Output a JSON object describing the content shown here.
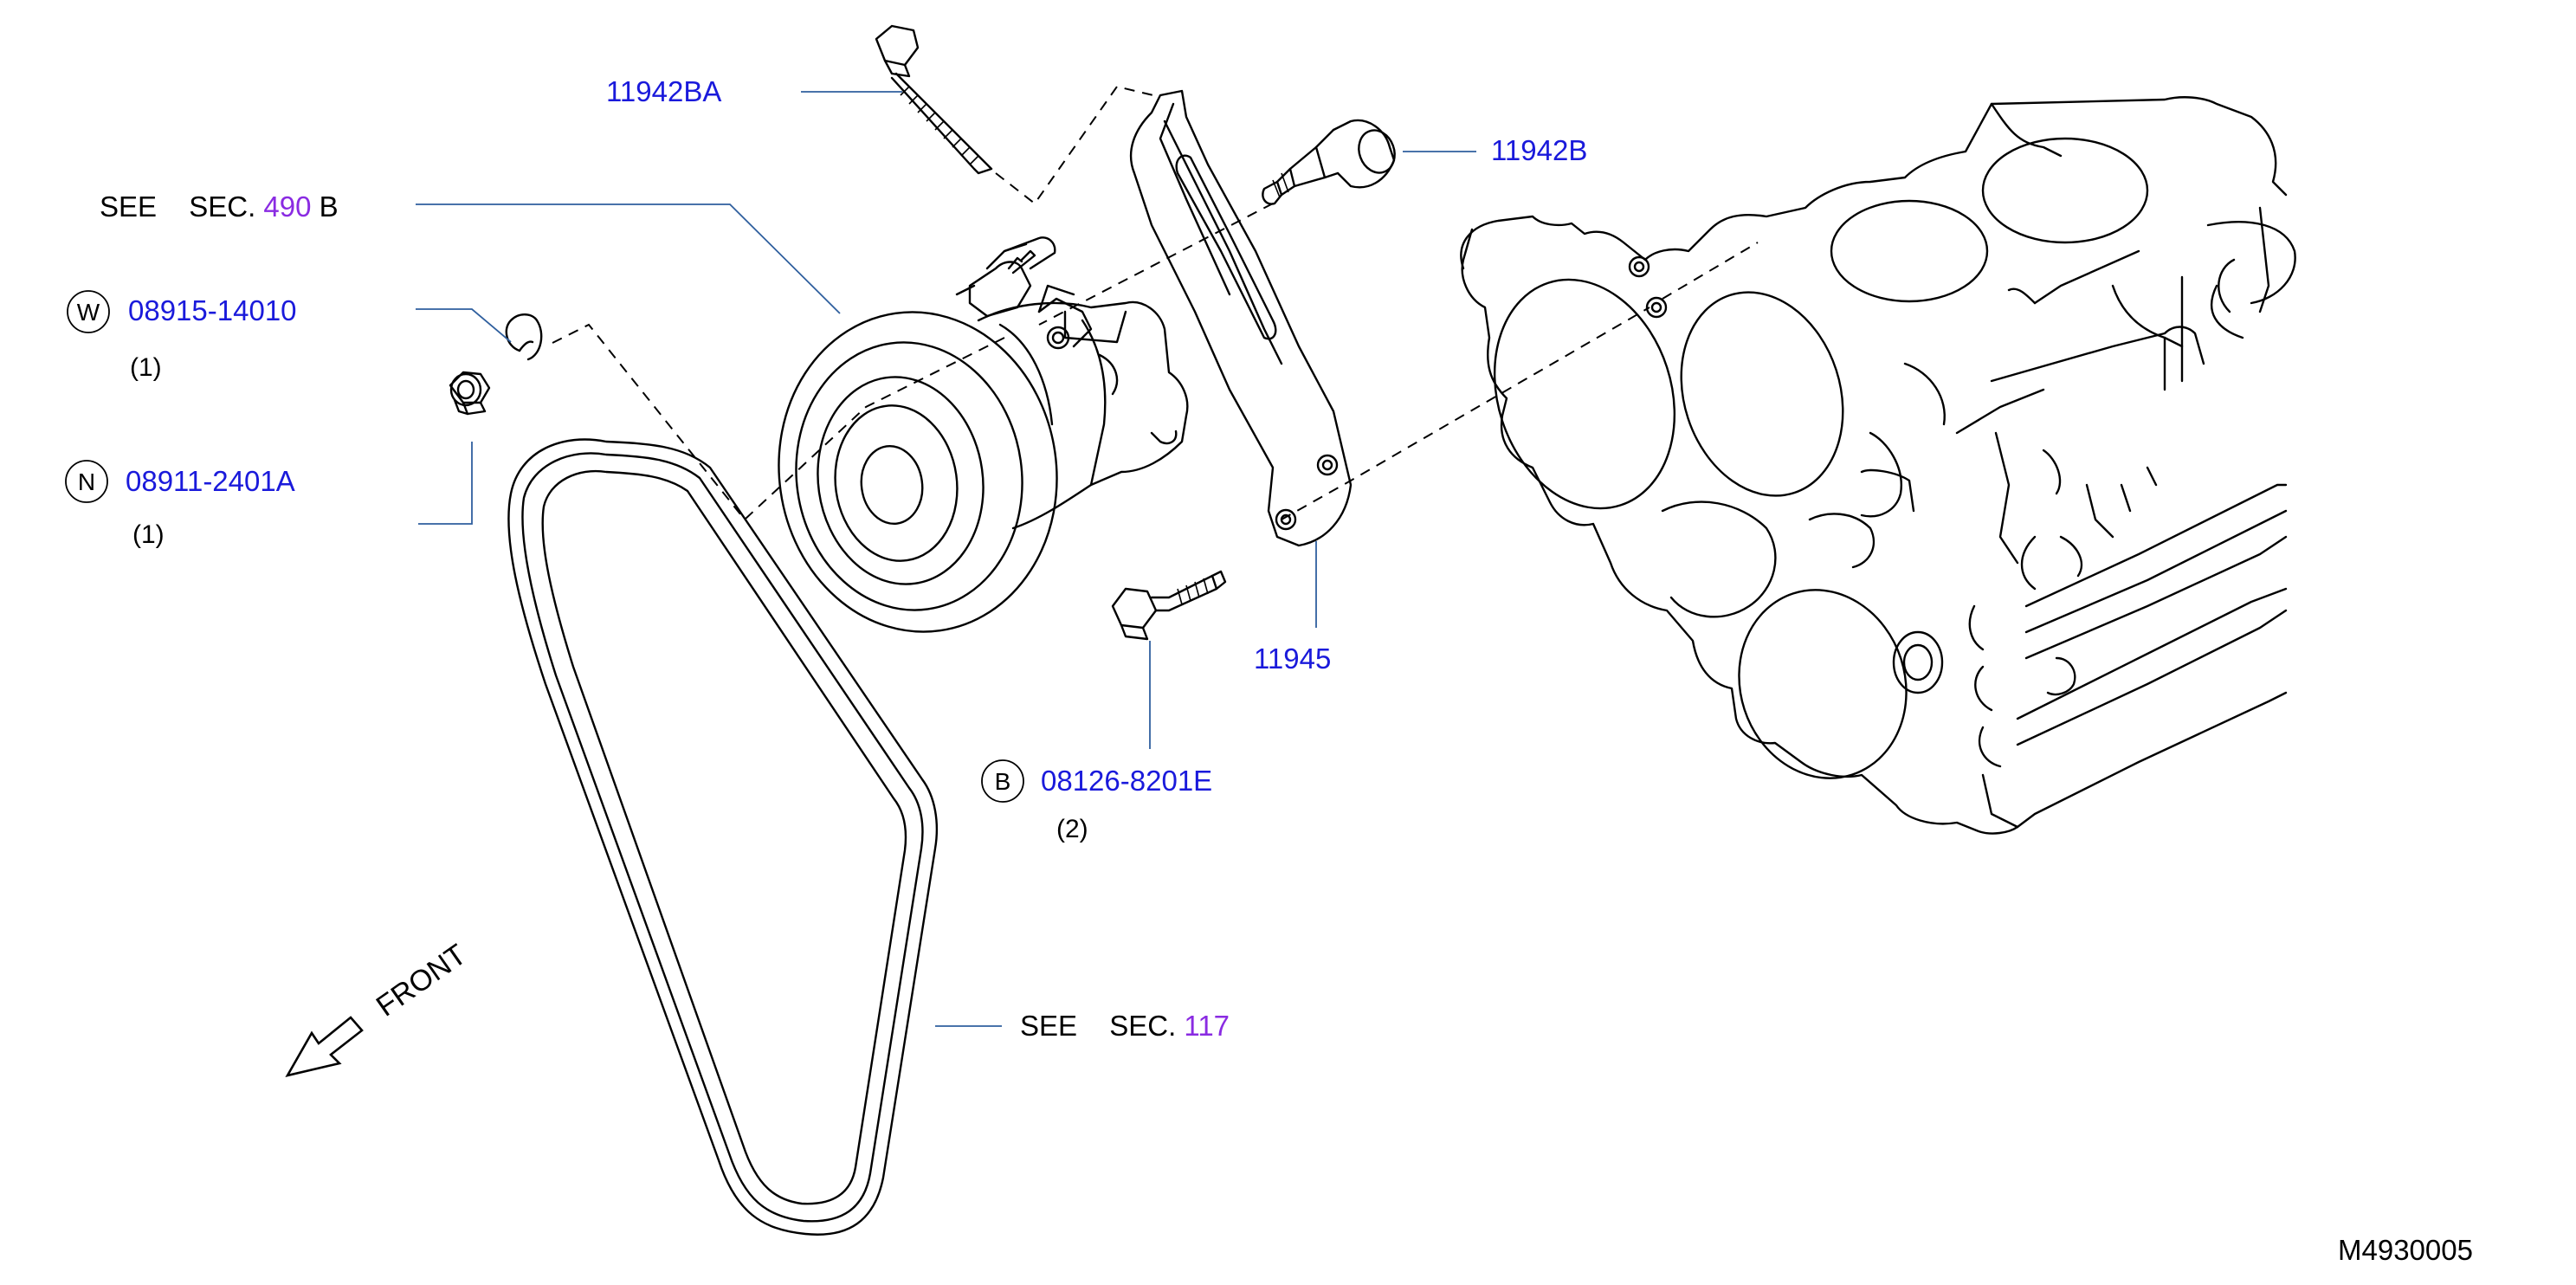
{
  "colors": {
    "part_number": "#1a1adb",
    "section_ref": "#8a2be2",
    "text": "#000000",
    "leader_line": "#2f5f9e",
    "line_art": "#000000"
  },
  "labels": {
    "part_11942BA": "11942BA",
    "part_11942B": "11942B",
    "see_sec_490": {
      "see": "SEE",
      "sec": "SEC.",
      "num": "490",
      "suffix": "B"
    },
    "washer": {
      "symbol": "W",
      "part": "08915-14010",
      "qty": "(1)"
    },
    "nut": {
      "symbol": "N",
      "part": "08911-2401A",
      "qty": "(1)"
    },
    "part_11945": "11945",
    "bolt": {
      "symbol": "B",
      "part": "08126-8201E",
      "qty": "(2)"
    },
    "see_sec_117": {
      "see": "SEE",
      "sec": "SEC.",
      "num": "117"
    },
    "front": "FRONT",
    "diagram_code": "M4930005"
  },
  "icons": {
    "front_arrow": "arrow-down-left-icon",
    "washer_symbol": "circled-w-icon",
    "nut_symbol": "circled-n-icon",
    "bolt_symbol": "circled-b-icon"
  }
}
